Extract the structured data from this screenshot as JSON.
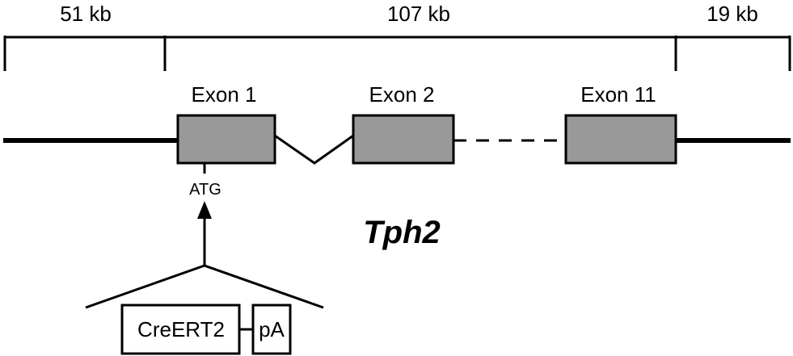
{
  "diagram": {
    "scale": {
      "segments": [
        {
          "label": "51 kb"
        },
        {
          "label": "107 kb"
        },
        {
          "label": "19 kb"
        }
      ]
    },
    "exons": [
      {
        "label": "Exon 1"
      },
      {
        "label": "Exon 2"
      },
      {
        "label": "Exon 11"
      }
    ],
    "start_codon": "ATG",
    "gene_name": "Tph2",
    "cassette": {
      "part1": "CreERT2",
      "part2": "pA"
    },
    "colors": {
      "exon_fill": "#999999",
      "stroke": "#000000",
      "background": "#ffffff"
    }
  }
}
